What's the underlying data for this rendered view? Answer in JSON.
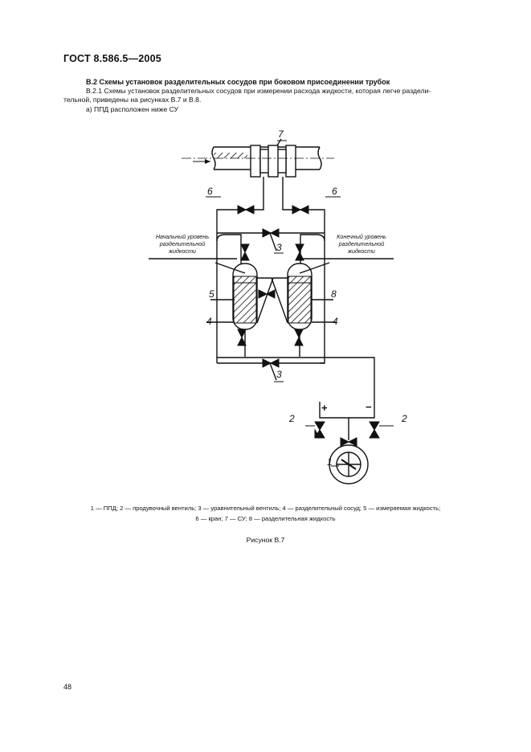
{
  "header": {
    "doc_code": "ГОСТ  8.586.5—2005"
  },
  "section": {
    "heading": "В.2  Схемы установок разделительных сосудов при боковом присоединении трубок",
    "para1_line1": "В.2.1  Схемы установок разделительных сосудов при измерении расхода жидкости, которая легче раздели-",
    "para1_line2": "тельной, приведены на рисунках В.7 и В.8.",
    "item_a": "а)  ППД расположен ниже СУ"
  },
  "figure": {
    "labels": {
      "n1": "1",
      "n2_left": "2",
      "n2_right": "2",
      "n3_top": "3",
      "n3_bottom": "3",
      "n4_left": "4",
      "n4_right": "4",
      "n5": "5",
      "n6_left": "6",
      "n6_right": "6",
      "n7": "7",
      "n8": "8",
      "plus": "+",
      "minus": "−"
    },
    "annotations": {
      "start_level_l1": "Начальный уровень",
      "start_level_l2": "разделительной",
      "start_level_l3": "жидкости",
      "end_level_l1": "Конечный уровень",
      "end_level_l2": "разделительной",
      "end_level_l3": "жидкости"
    },
    "legend_line1": "1 — ППД; 2 — продувочный вентиль; 3 — уравнительный вентиль; 4 — разделительный сосуд; 5 — измеряемая жидкость;",
    "legend_line2": "6 — кран; 7 — СУ; 8 — разделительная жидкость",
    "title": "Рисунок В.7"
  },
  "page_number": "48"
}
